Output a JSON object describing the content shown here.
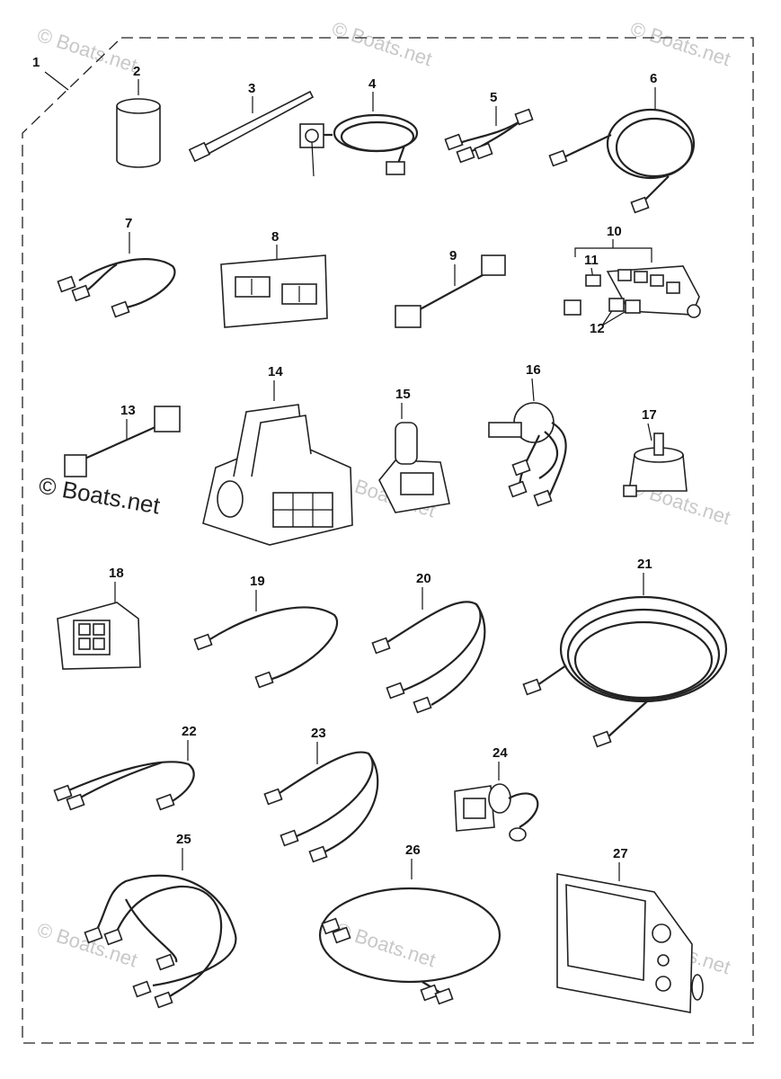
{
  "watermark": {
    "text": "© Boats.net"
  },
  "callouts": [
    "1",
    "2",
    "3",
    "4",
    "5",
    "6",
    "7",
    "8",
    "9",
    "10",
    "11",
    "12",
    "13",
    "14",
    "15",
    "16",
    "17",
    "18",
    "19",
    "20",
    "21",
    "22",
    "23",
    "24",
    "25",
    "26",
    "27"
  ]
}
